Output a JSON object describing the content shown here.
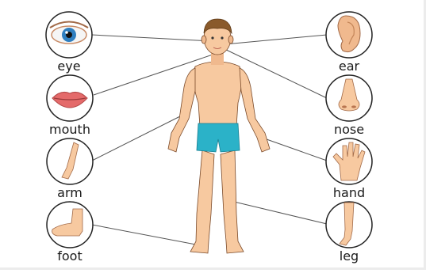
{
  "labels": {
    "eye": "eye",
    "mouth": "mouth",
    "arm": "arm",
    "foot": "foot",
    "ear": "ear",
    "nose": "nose",
    "hand": "hand",
    "leg": "leg"
  },
  "colors": {
    "skin": "#f7c9a0",
    "skin_shade": "#e9a97d",
    "hair": "#8a5a2b",
    "shorts": "#2bb2c8",
    "outline": "#222222",
    "connector": "#555555",
    "iris": "#2f7fc0",
    "lips": "#e46a6a"
  }
}
